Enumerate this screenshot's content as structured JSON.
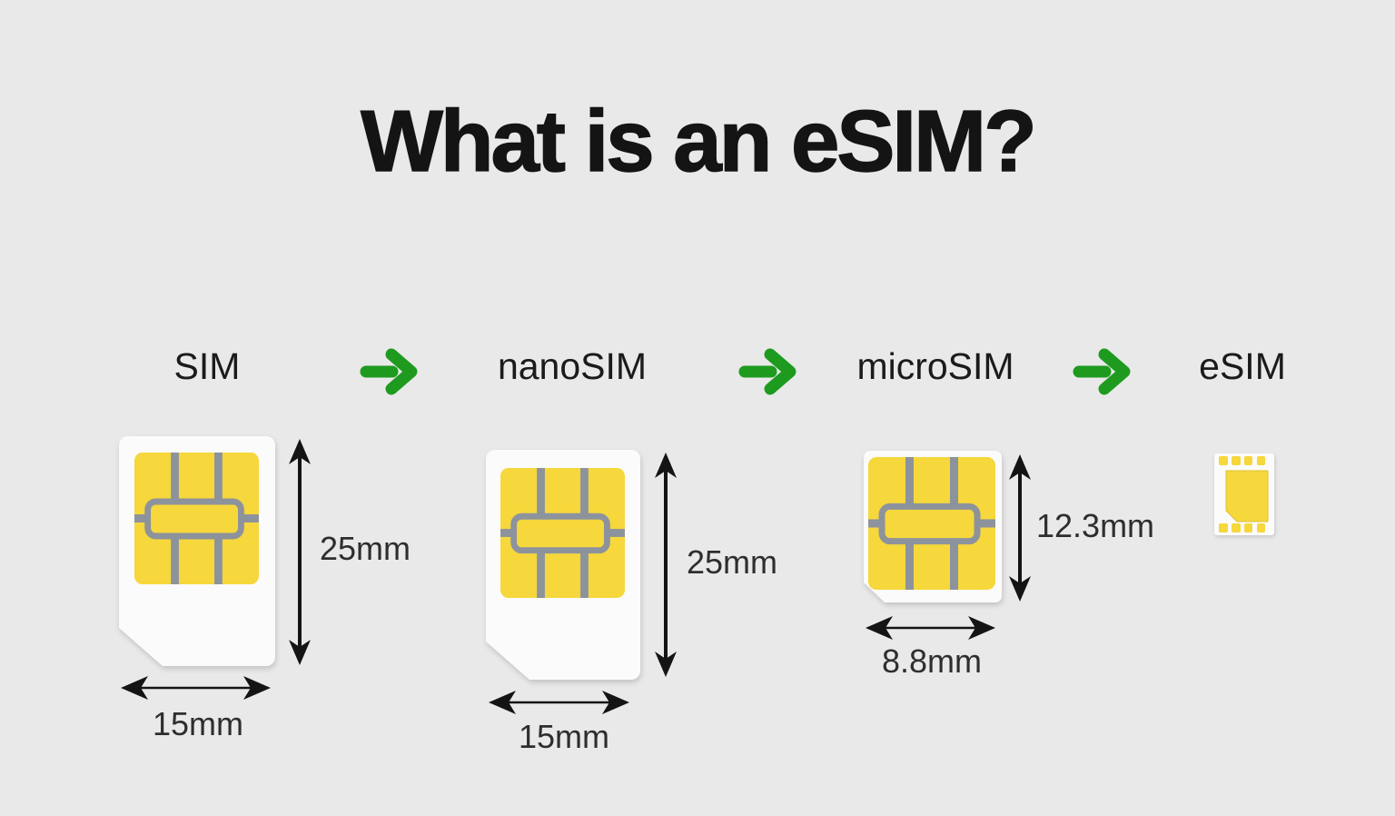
{
  "title": "What is an eSIM?",
  "colors": {
    "background": "#e9e9e9",
    "card_white": "#fbfbfb",
    "chip_yellow": "#f6d73c",
    "contact_gray": "#8d939c",
    "arrow_green": "#1e9b1f",
    "text_dark": "#141414",
    "dim_text": "#2e2e2e"
  },
  "sequence": [
    {
      "label": "SIM",
      "height": "25mm",
      "width": "15mm"
    },
    {
      "label": "nanoSIM",
      "height": "25mm",
      "width": "15mm"
    },
    {
      "label": "microSIM",
      "height": "12.3mm",
      "width": "8.8mm"
    },
    {
      "label": "eSIM"
    }
  ],
  "icons": {
    "step_arrow": "green-right-arrow",
    "dimension_arrow": "black-double-headed-arrow"
  }
}
